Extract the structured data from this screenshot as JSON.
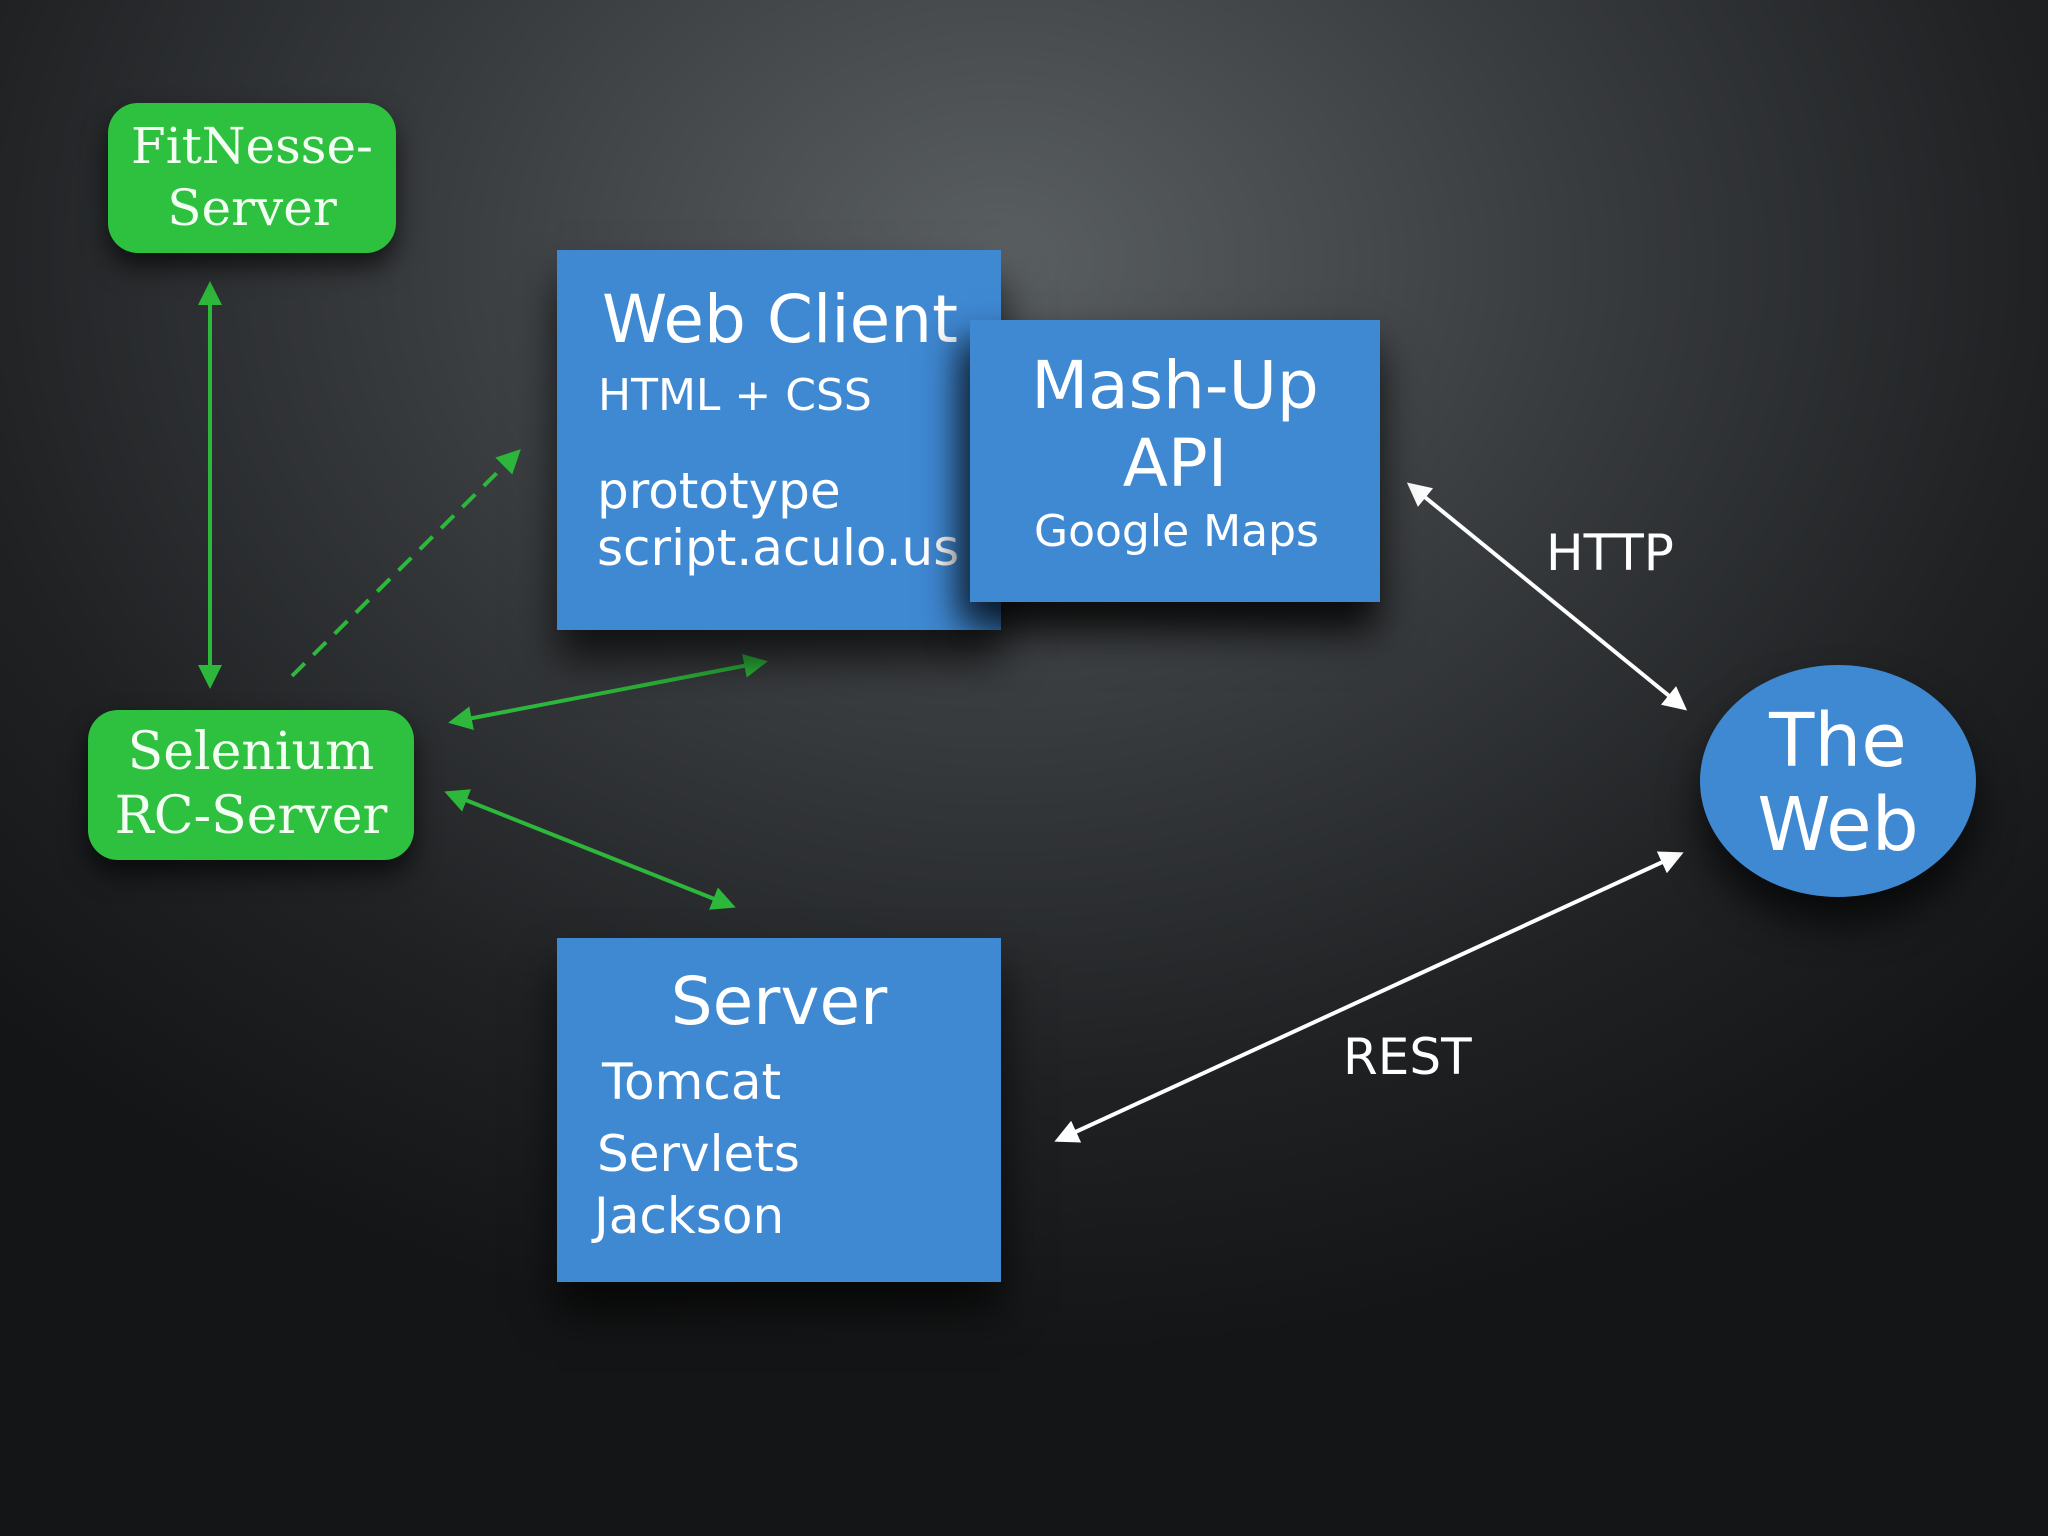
{
  "nodes": {
    "fitnesse": {
      "line1": "FitNesse-",
      "line2": "Server"
    },
    "selenium": {
      "line1": "Selenium",
      "line2": "RC-Server"
    },
    "web_client": {
      "title": "Web Client",
      "line1": "HTML + CSS",
      "line2": "prototype",
      "line3": "script.aculo.us"
    },
    "mashup": {
      "title_line1": "Mash-Up",
      "title_line2": "API",
      "subtitle": "Google Maps"
    },
    "server": {
      "title": "Server",
      "line1": "Tomcat",
      "line2": "Servlets",
      "line3": "Jackson"
    },
    "the_web": {
      "line1": "The",
      "line2": "Web"
    }
  },
  "edges": {
    "http_label": "HTTP",
    "rest_label": "REST"
  },
  "colors": {
    "green": "#2ec13f",
    "blue": "#3f88d2",
    "arrow_green": "#2db83c",
    "arrow_white": "#ffffff"
  }
}
